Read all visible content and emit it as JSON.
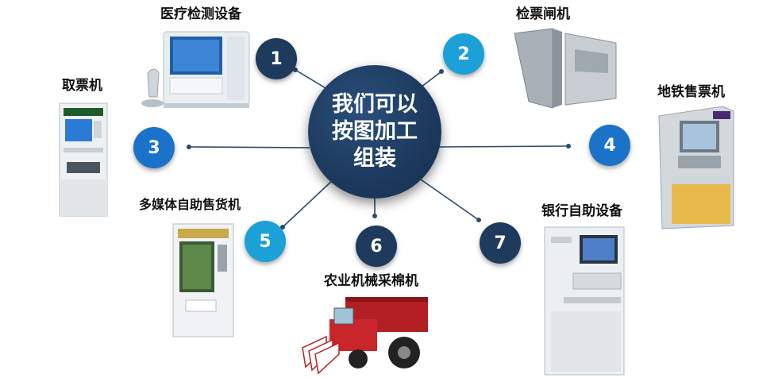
{
  "hub": {
    "lines": [
      "我们可以",
      "按图加工",
      "组装"
    ],
    "color": "#1e3a5c"
  },
  "nodes": [
    {
      "number": "1",
      "label": "医疗检测设备",
      "color": "#1e3a5c"
    },
    {
      "number": "2",
      "label": "检票闸机",
      "color": "#1ba0d8"
    },
    {
      "number": "3",
      "label": "取票机",
      "color": "#1a73c8"
    },
    {
      "number": "4",
      "label": "地铁售票机",
      "color": "#1a73c8"
    },
    {
      "number": "5",
      "label": "多媒体自助售货机",
      "color": "#1ba0d8"
    },
    {
      "number": "6",
      "label": "农业机械采棉机",
      "color": "#1e3a5c"
    },
    {
      "number": "7",
      "label": "银行自助设备",
      "color": "#1e3a5c"
    }
  ],
  "icons": [
    "medical-analyzer-icon",
    "ticket-gate-icon",
    "ticket-kiosk-icon",
    "metro-ticket-machine-icon",
    "vending-machine-icon",
    "cotton-harvester-icon",
    "bank-atm-icon"
  ]
}
